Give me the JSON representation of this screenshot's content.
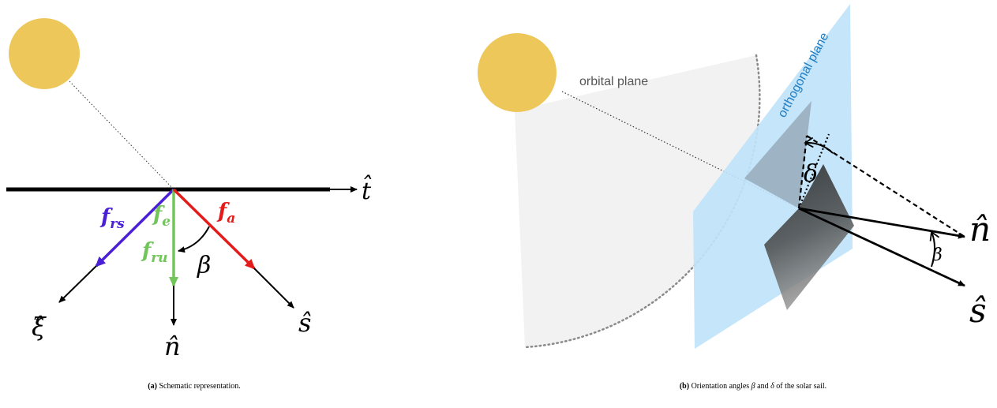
{
  "colors": {
    "sun": "#EEC75A",
    "surface": "#000000",
    "f_rs": "#4A1FD6",
    "f_e_f_ru": "#72C55A",
    "f_a": "#E31B1B",
    "orbital_plane": "#F2F2F2",
    "orthogonal_plane": "#BFE3FA",
    "orthogonal_plane_label": "#1F7DC3"
  },
  "panel_a": {
    "t_hat": "t̂",
    "f_rs": "f",
    "f_rs_sub": "rs",
    "f_e": "f",
    "f_e_sub": "e",
    "f_ru": "f",
    "f_ru_sub": "ru",
    "f_a": "f",
    "f_a_sub": "a",
    "beta": "β",
    "xi_hat": "ξ̂",
    "n_hat": "n̂",
    "s_hat": "ŝ",
    "caption_tag": "(a)",
    "caption_text": " Schematic representation."
  },
  "panel_b": {
    "orbital_plane": "orbital plane",
    "orthogonal_plane": "orthogonal plane",
    "delta": "δ",
    "beta": "β",
    "n_hat": "n̂",
    "s_hat": "ŝ",
    "caption_tag": "(b)",
    "caption_1": " Orientation angles ",
    "caption_beta": "β",
    "caption_2": " and ",
    "caption_delta": "δ",
    "caption_3": " of the solar sail."
  }
}
